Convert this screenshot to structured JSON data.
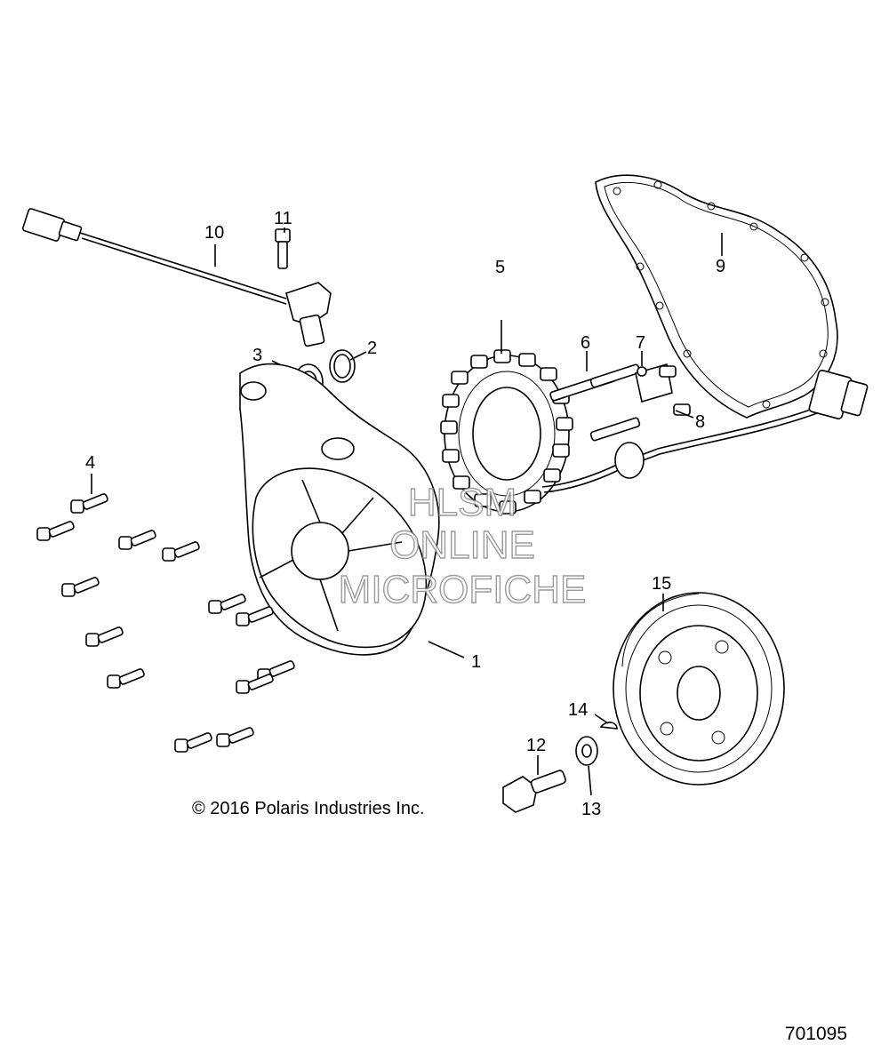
{
  "diagram": {
    "callouts": [
      {
        "id": "1",
        "text": "1"
      },
      {
        "id": "2",
        "text": "2"
      },
      {
        "id": "3",
        "text": "3"
      },
      {
        "id": "4",
        "text": "4"
      },
      {
        "id": "5",
        "text": "5"
      },
      {
        "id": "6",
        "text": "6"
      },
      {
        "id": "7",
        "text": "7"
      },
      {
        "id": "8",
        "text": "8"
      },
      {
        "id": "9",
        "text": "9"
      },
      {
        "id": "10",
        "text": "10"
      },
      {
        "id": "11",
        "text": "11"
      },
      {
        "id": "12",
        "text": "12"
      },
      {
        "id": "13",
        "text": "13"
      },
      {
        "id": "14",
        "text": "14"
      },
      {
        "id": "15",
        "text": "15"
      }
    ],
    "copyright": "© 2016 Polaris Industries Inc.",
    "drawing_number": "701095",
    "watermark": [
      "HLSM",
      "ONLINE",
      "MICROFICHE"
    ]
  }
}
